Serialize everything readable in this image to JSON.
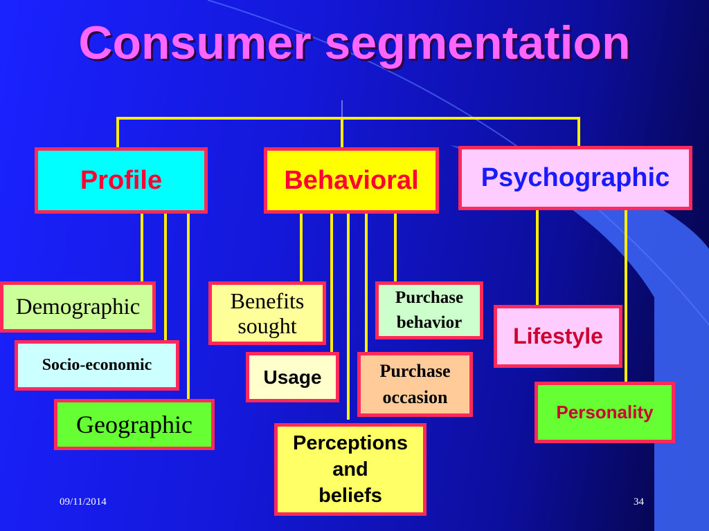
{
  "slide": {
    "title": "Consumer segmentation",
    "footer": {
      "date": "09/11/2014",
      "page_number": "34"
    }
  },
  "colors": {
    "background": "#1418d8",
    "title_text": "#ff66ff",
    "node_border": "#ff2a5a",
    "connector": "#ffee00"
  },
  "categories": [
    {
      "label": "Profile",
      "fill": "#00ffff",
      "text_color": "#ff0033",
      "children": [
        {
          "label": "Demographic",
          "fill": "#ccff99",
          "text_color": "#000000"
        },
        {
          "label": "Socio-economic",
          "fill": "#ccffff",
          "text_color": "#000000"
        },
        {
          "label": "Geographic",
          "fill": "#66ff33",
          "text_color": "#000000"
        }
      ]
    },
    {
      "label": "Behavioral",
      "fill": "#ffff00",
      "text_color": "#ff0033",
      "children": [
        {
          "label": "Benefits\nsought",
          "fill": "#ffff99",
          "text_color": "#000000"
        },
        {
          "label": "Usage",
          "fill": "#ffffcc",
          "text_color": "#000000"
        },
        {
          "label": "Perceptions\nand\nbeliefs",
          "fill": "#ffff66",
          "text_color": "#000000"
        },
        {
          "label": "Purchase\noccasion",
          "fill": "#ffcc99",
          "text_color": "#000000"
        },
        {
          "label": "Purchase\nbehavior",
          "fill": "#ccffcc",
          "text_color": "#000000"
        }
      ]
    },
    {
      "label": "Psychographic",
      "fill": "#ffccff",
      "text_color": "#1a1aff",
      "children": [
        {
          "label": "Lifestyle",
          "fill": "#ffccff",
          "text_color": "#cc0033"
        },
        {
          "label": "Personality",
          "fill": "#66ff33",
          "text_color": "#cc0033"
        }
      ]
    }
  ]
}
